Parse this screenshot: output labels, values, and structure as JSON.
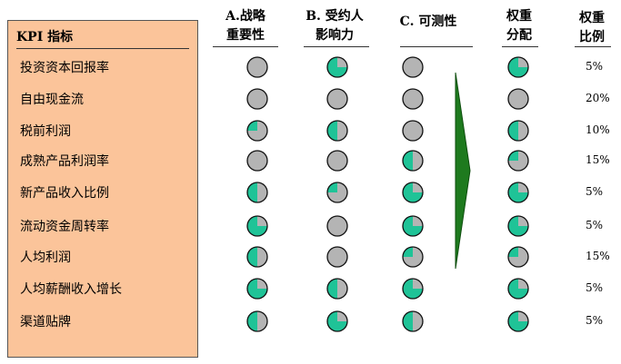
{
  "kpi_header": "KPI 指标",
  "columns": [
    {
      "line1": "A.战略",
      "line2": "重要性"
    },
    {
      "line1": "B. 受约人",
      "line2": "影响力"
    },
    {
      "line1": "C. 可测性",
      "line2": ""
    },
    {
      "line1": "权重",
      "line2": "分配"
    },
    {
      "line1": "权重",
      "line2": "比例"
    }
  ],
  "colors": {
    "fill": "#1fc397",
    "empty": "#b4b4b4",
    "panel": "#fbc49a",
    "arrow": "#1e7a1e"
  },
  "rows": [
    {
      "label": "投资资本回报率",
      "a": 0,
      "b": 0.75,
      "c": 0,
      "w": 0.75,
      "pct": "5%"
    },
    {
      "label": "自由现金流",
      "a": 0,
      "b": 0,
      "c": 0,
      "w": 0,
      "pct": "20%"
    },
    {
      "label": "税前利润",
      "a": 0.25,
      "b": 0.5,
      "c": 0,
      "w": 0.5,
      "pct": "10%"
    },
    {
      "label": "成熟产品利润率",
      "a": 0,
      "b": 0,
      "c": 0.5,
      "w": 0.25,
      "pct": "15%"
    },
    {
      "label": "新产品收入比例",
      "a": 0.5,
      "b": 0.25,
      "c": 0.75,
      "w": 0.75,
      "pct": "5%"
    },
    {
      "label": "流动资金周转率",
      "a": 0.75,
      "b": 0,
      "c": 0.75,
      "w": 0.75,
      "pct": "5%"
    },
    {
      "label": "人均利润",
      "a": 0.5,
      "b": 0,
      "c": 0.25,
      "w": 0.25,
      "pct": "15%"
    },
    {
      "label": "人均薪酬收入增长",
      "a": 0.75,
      "b": 0.5,
      "c": 0.75,
      "w": 0.75,
      "pct": "5%"
    },
    {
      "label": "渠道贴牌",
      "a": 0.5,
      "b": 0.75,
      "c": 0.5,
      "w": 0.75,
      "pct": "5%"
    }
  ]
}
